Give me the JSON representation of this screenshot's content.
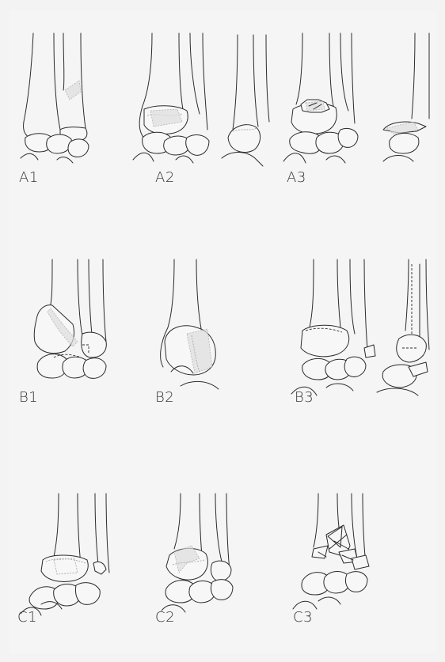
{
  "panels": [
    {
      "id": "A1",
      "label": "A1"
    },
    {
      "id": "A2",
      "label": "A2"
    },
    {
      "id": "A3",
      "label": "A3"
    },
    {
      "id": "B1",
      "label": "B1"
    },
    {
      "id": "B2",
      "label": "B2"
    },
    {
      "id": "B3",
      "label": "B3"
    },
    {
      "id": "C1",
      "label": "C1"
    },
    {
      "id": "C2",
      "label": "C2"
    },
    {
      "id": "C3",
      "label": "C3"
    }
  ]
}
